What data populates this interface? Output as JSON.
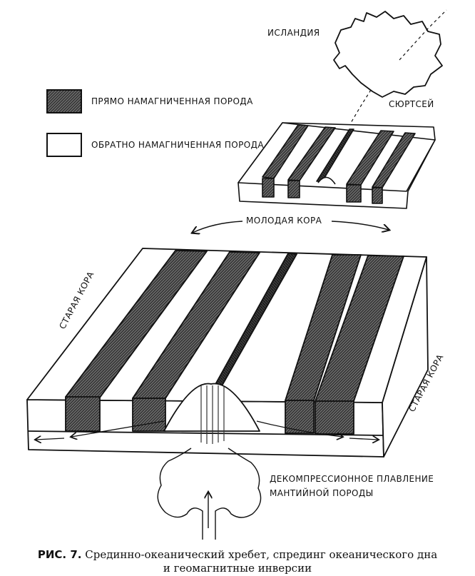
{
  "labels": {
    "iceland": "ИСЛАНДИЯ",
    "surtsey": "СЮРТСЕЙ",
    "young_crust": "МОЛОДАЯ КОРА",
    "old_crust_left": "СТАРАЯ КОРА",
    "old_crust_right": "СТАРАЯ КОРА",
    "decompression_line1": "ДЕКОМПРЕССИОННОЕ ПЛАВЛЕНИЕ",
    "decompression_line2": "МАНТИЙНОЙ ПОРОДЫ"
  },
  "legend": {
    "normal": "ПРЯМО НАМАГНИЧЕННАЯ ПОРОДА",
    "reversed": "ОБРАТНО НАМАГНИЧЕННАЯ ПОРОДА"
  },
  "caption": {
    "prefix": "РИС. 7.",
    "line1": " Срединно-океанический хребет, спрединг океанического дна",
    "line2": "и геомагнитные инверсии"
  }
}
